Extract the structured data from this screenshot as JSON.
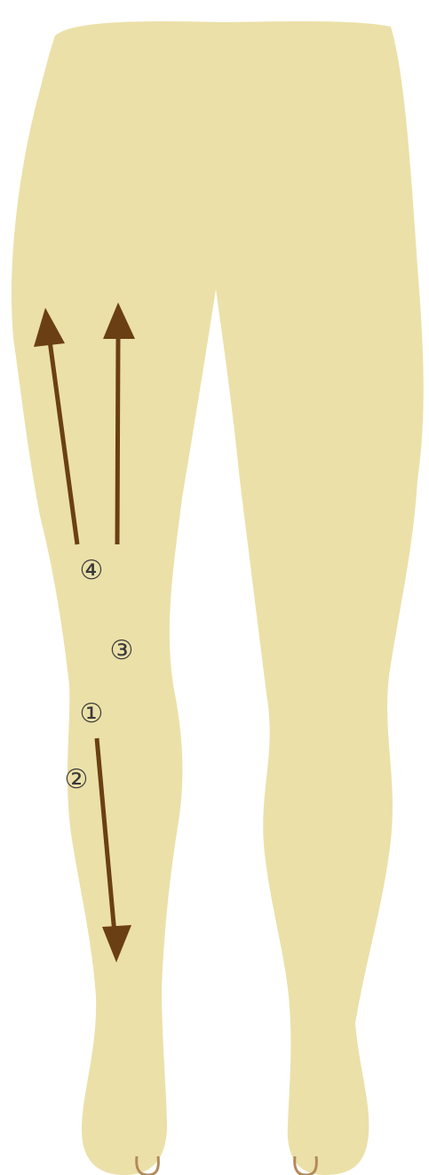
{
  "colors": {
    "background": "#ffffff",
    "skin": "#ebe0a8",
    "arrow": "#6b3f14",
    "marker_text": "#3a3a3a",
    "toenail": "#b28a5a"
  },
  "markers": [
    {
      "id": "marker-4",
      "label": "④"
    },
    {
      "id": "marker-3",
      "label": "③"
    },
    {
      "id": "marker-1",
      "label": "①"
    },
    {
      "id": "marker-2",
      "label": "②"
    }
  ],
  "arrows": [
    {
      "id": "arrow-thigh-outer",
      "direction": "up"
    },
    {
      "id": "arrow-thigh-inner",
      "direction": "up"
    },
    {
      "id": "arrow-shin",
      "direction": "down"
    }
  ]
}
